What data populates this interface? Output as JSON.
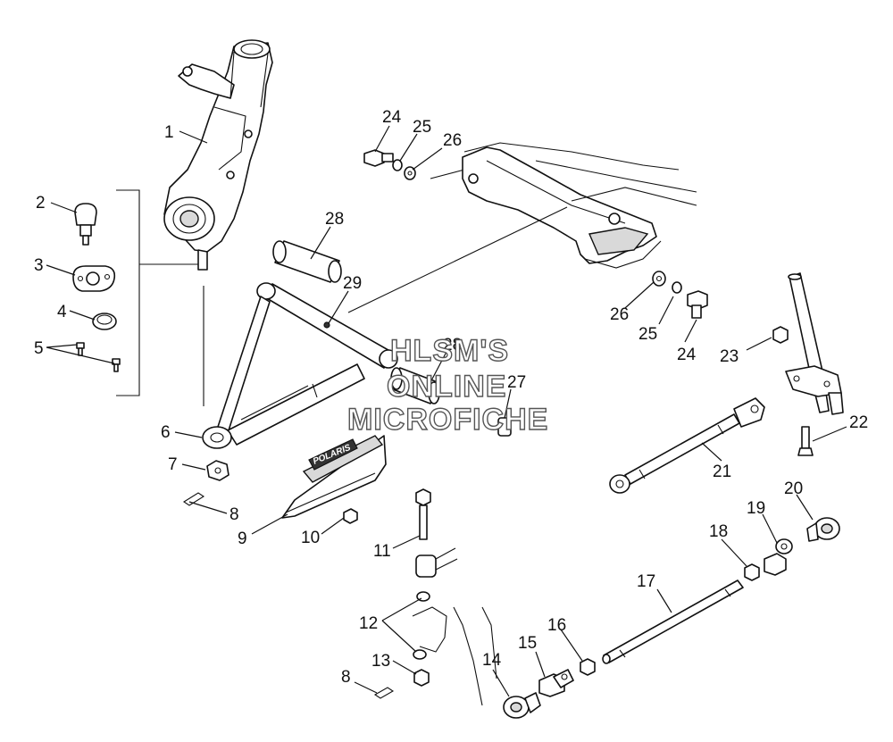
{
  "diagram": {
    "part_numbers": [
      "1",
      "2",
      "3",
      "4",
      "5",
      "6",
      "7",
      "8",
      "9",
      "10",
      "11",
      "12",
      "13",
      "8",
      "14",
      "15",
      "16",
      "17",
      "18",
      "19",
      "20",
      "21",
      "22",
      "23",
      "24",
      "25",
      "26",
      "26",
      "25",
      "24",
      "28",
      "29",
      "28",
      "27"
    ],
    "watermark": {
      "line1": "HLSM'S",
      "line2": "ONLINE",
      "line3": "MICROFICHE"
    },
    "guard_logo": "POLARIS"
  }
}
